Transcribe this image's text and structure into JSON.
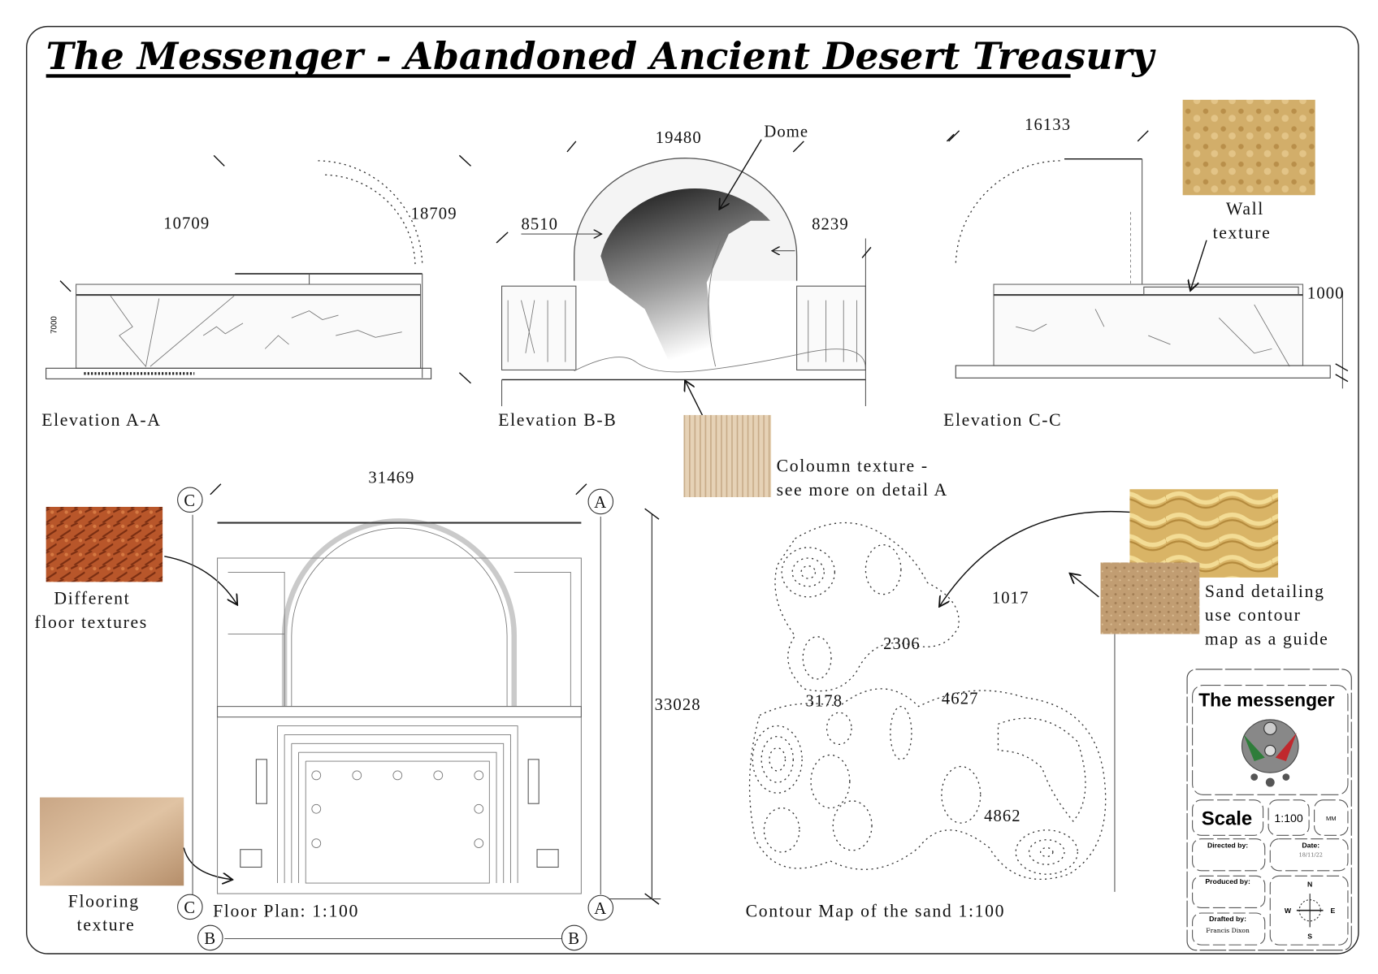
{
  "sheet": {
    "title": "The Messenger - Abandoned Ancient Desert Treasury"
  },
  "elevation_a": {
    "label": "Elevation A-A",
    "dims": {
      "height_left": "10709",
      "arc": "18709",
      "side": "7000"
    }
  },
  "elevation_b": {
    "label": "Elevation B-B",
    "dims": {
      "width": "19480",
      "left": "8510",
      "right": "8239"
    },
    "dome_label": "Dome"
  },
  "elevation_c": {
    "label": "Elevation C-C",
    "dims": {
      "width": "16133",
      "right": "1000"
    }
  },
  "textures": {
    "wall": {
      "line1": "Wall",
      "line2": "texture"
    },
    "column": {
      "line1": "Coloumn texture -",
      "line2": "see more on detail A"
    },
    "floor": {
      "line1": "Different",
      "line2": "floor textures"
    },
    "flooring": {
      "line1": "Flooring",
      "line2": "texture"
    },
    "sand": {
      "line1": "Sand detailing",
      "line2": "use contour",
      "line3": "map as a guide"
    }
  },
  "floor_plan": {
    "label": "Floor Plan: 1:100",
    "dims": {
      "width": "31469",
      "height": "33028"
    },
    "section_markers": {
      "a": "A",
      "b": "B",
      "c": "C"
    }
  },
  "contour_map": {
    "label": "Contour Map of the sand 1:100",
    "elevations": [
      "1017",
      "2306",
      "3178",
      "4627",
      "4862"
    ]
  },
  "title_block": {
    "project": "The messenger",
    "scale_label": "Scale",
    "scale_value": "1:100",
    "units": "MM",
    "directed_by_label": "Directed by:",
    "date_label": "Date:",
    "date_value": "18/11/22",
    "produced_by_label": "Produced by:",
    "drafted_by_label": "Drafted by:",
    "drafted_by_value": "Francis Dixon",
    "compass": {
      "n": "N",
      "s": "S",
      "e": "E",
      "w": "W"
    }
  },
  "colors": {
    "line": "#111111",
    "sand": "#d8b56a",
    "red_floor": "#b8562a"
  }
}
